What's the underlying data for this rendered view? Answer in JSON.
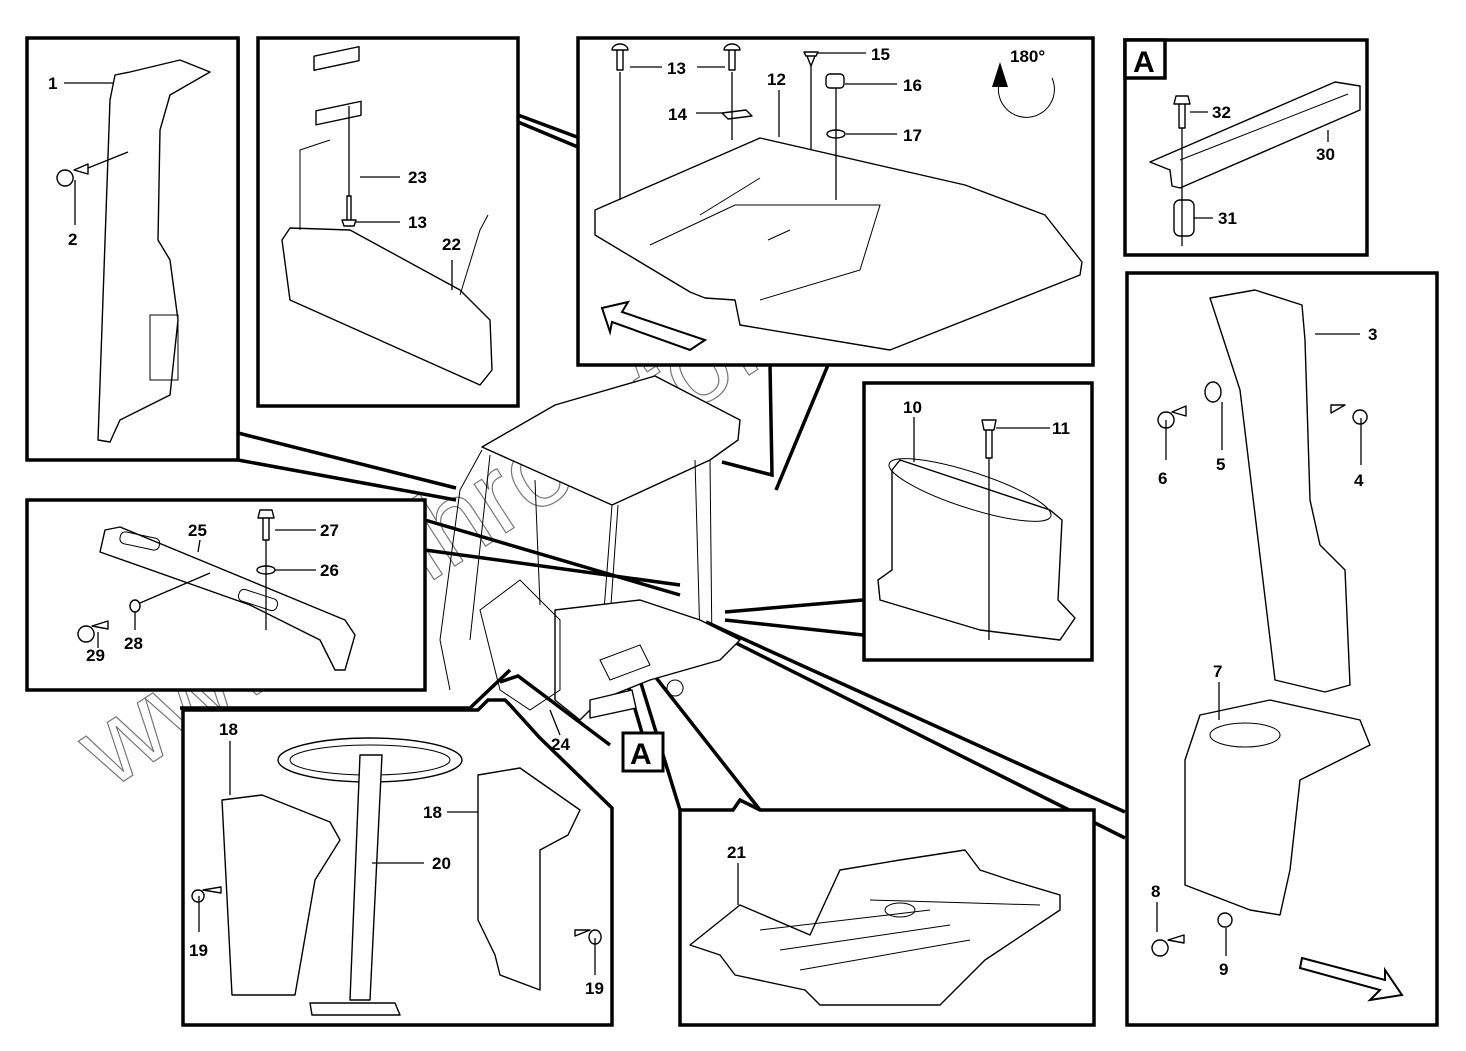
{
  "diagram": {
    "title": "Cab interior trim parts exploded view",
    "watermark": "www.sinhron-to.kz",
    "detail_marker": "A",
    "rotation_note": "180°",
    "panels": [
      {
        "id": "pillar-left",
        "labels": [
          "1",
          "2"
        ]
      },
      {
        "id": "sun-visor",
        "labels": [
          "23",
          "13",
          "22"
        ]
      },
      {
        "id": "roof-panel",
        "labels": [
          "13",
          "13",
          "12",
          "14",
          "15",
          "16",
          "17"
        ]
      },
      {
        "id": "detail-a",
        "labels": [
          "32",
          "30",
          "31"
        ]
      },
      {
        "id": "pillar-right",
        "labels": [
          "3",
          "6",
          "5",
          "4",
          "7",
          "8",
          "9"
        ]
      },
      {
        "id": "air-duct",
        "labels": [
          "10",
          "11"
        ]
      },
      {
        "id": "side-trim",
        "labels": [
          "25",
          "27",
          "26",
          "29",
          "28"
        ]
      },
      {
        "id": "steering-column",
        "labels": [
          "18",
          "18",
          "20",
          "19",
          "19"
        ]
      },
      {
        "id": "floor-mat",
        "labels": [
          "21"
        ]
      },
      {
        "id": "cab",
        "labels": [
          "24"
        ]
      }
    ],
    "labels": {
      "l1": "1",
      "l2": "2",
      "l3": "3",
      "l4": "4",
      "l5": "5",
      "l6": "6",
      "l7": "7",
      "l8": "8",
      "l9": "9",
      "l10": "10",
      "l11": "11",
      "l12": "12",
      "l13a": "13",
      "l13b": "13",
      "l13c": "13",
      "l14": "14",
      "l15": "15",
      "l16": "16",
      "l17": "17",
      "l18a": "18",
      "l18b": "18",
      "l19a": "19",
      "l19b": "19",
      "l20": "20",
      "l21": "21",
      "l22": "22",
      "l23": "23",
      "l24": "24",
      "l25": "25",
      "l26": "26",
      "l27": "27",
      "l28": "28",
      "l29": "29",
      "l30": "30",
      "l31": "31",
      "l32": "32"
    }
  }
}
